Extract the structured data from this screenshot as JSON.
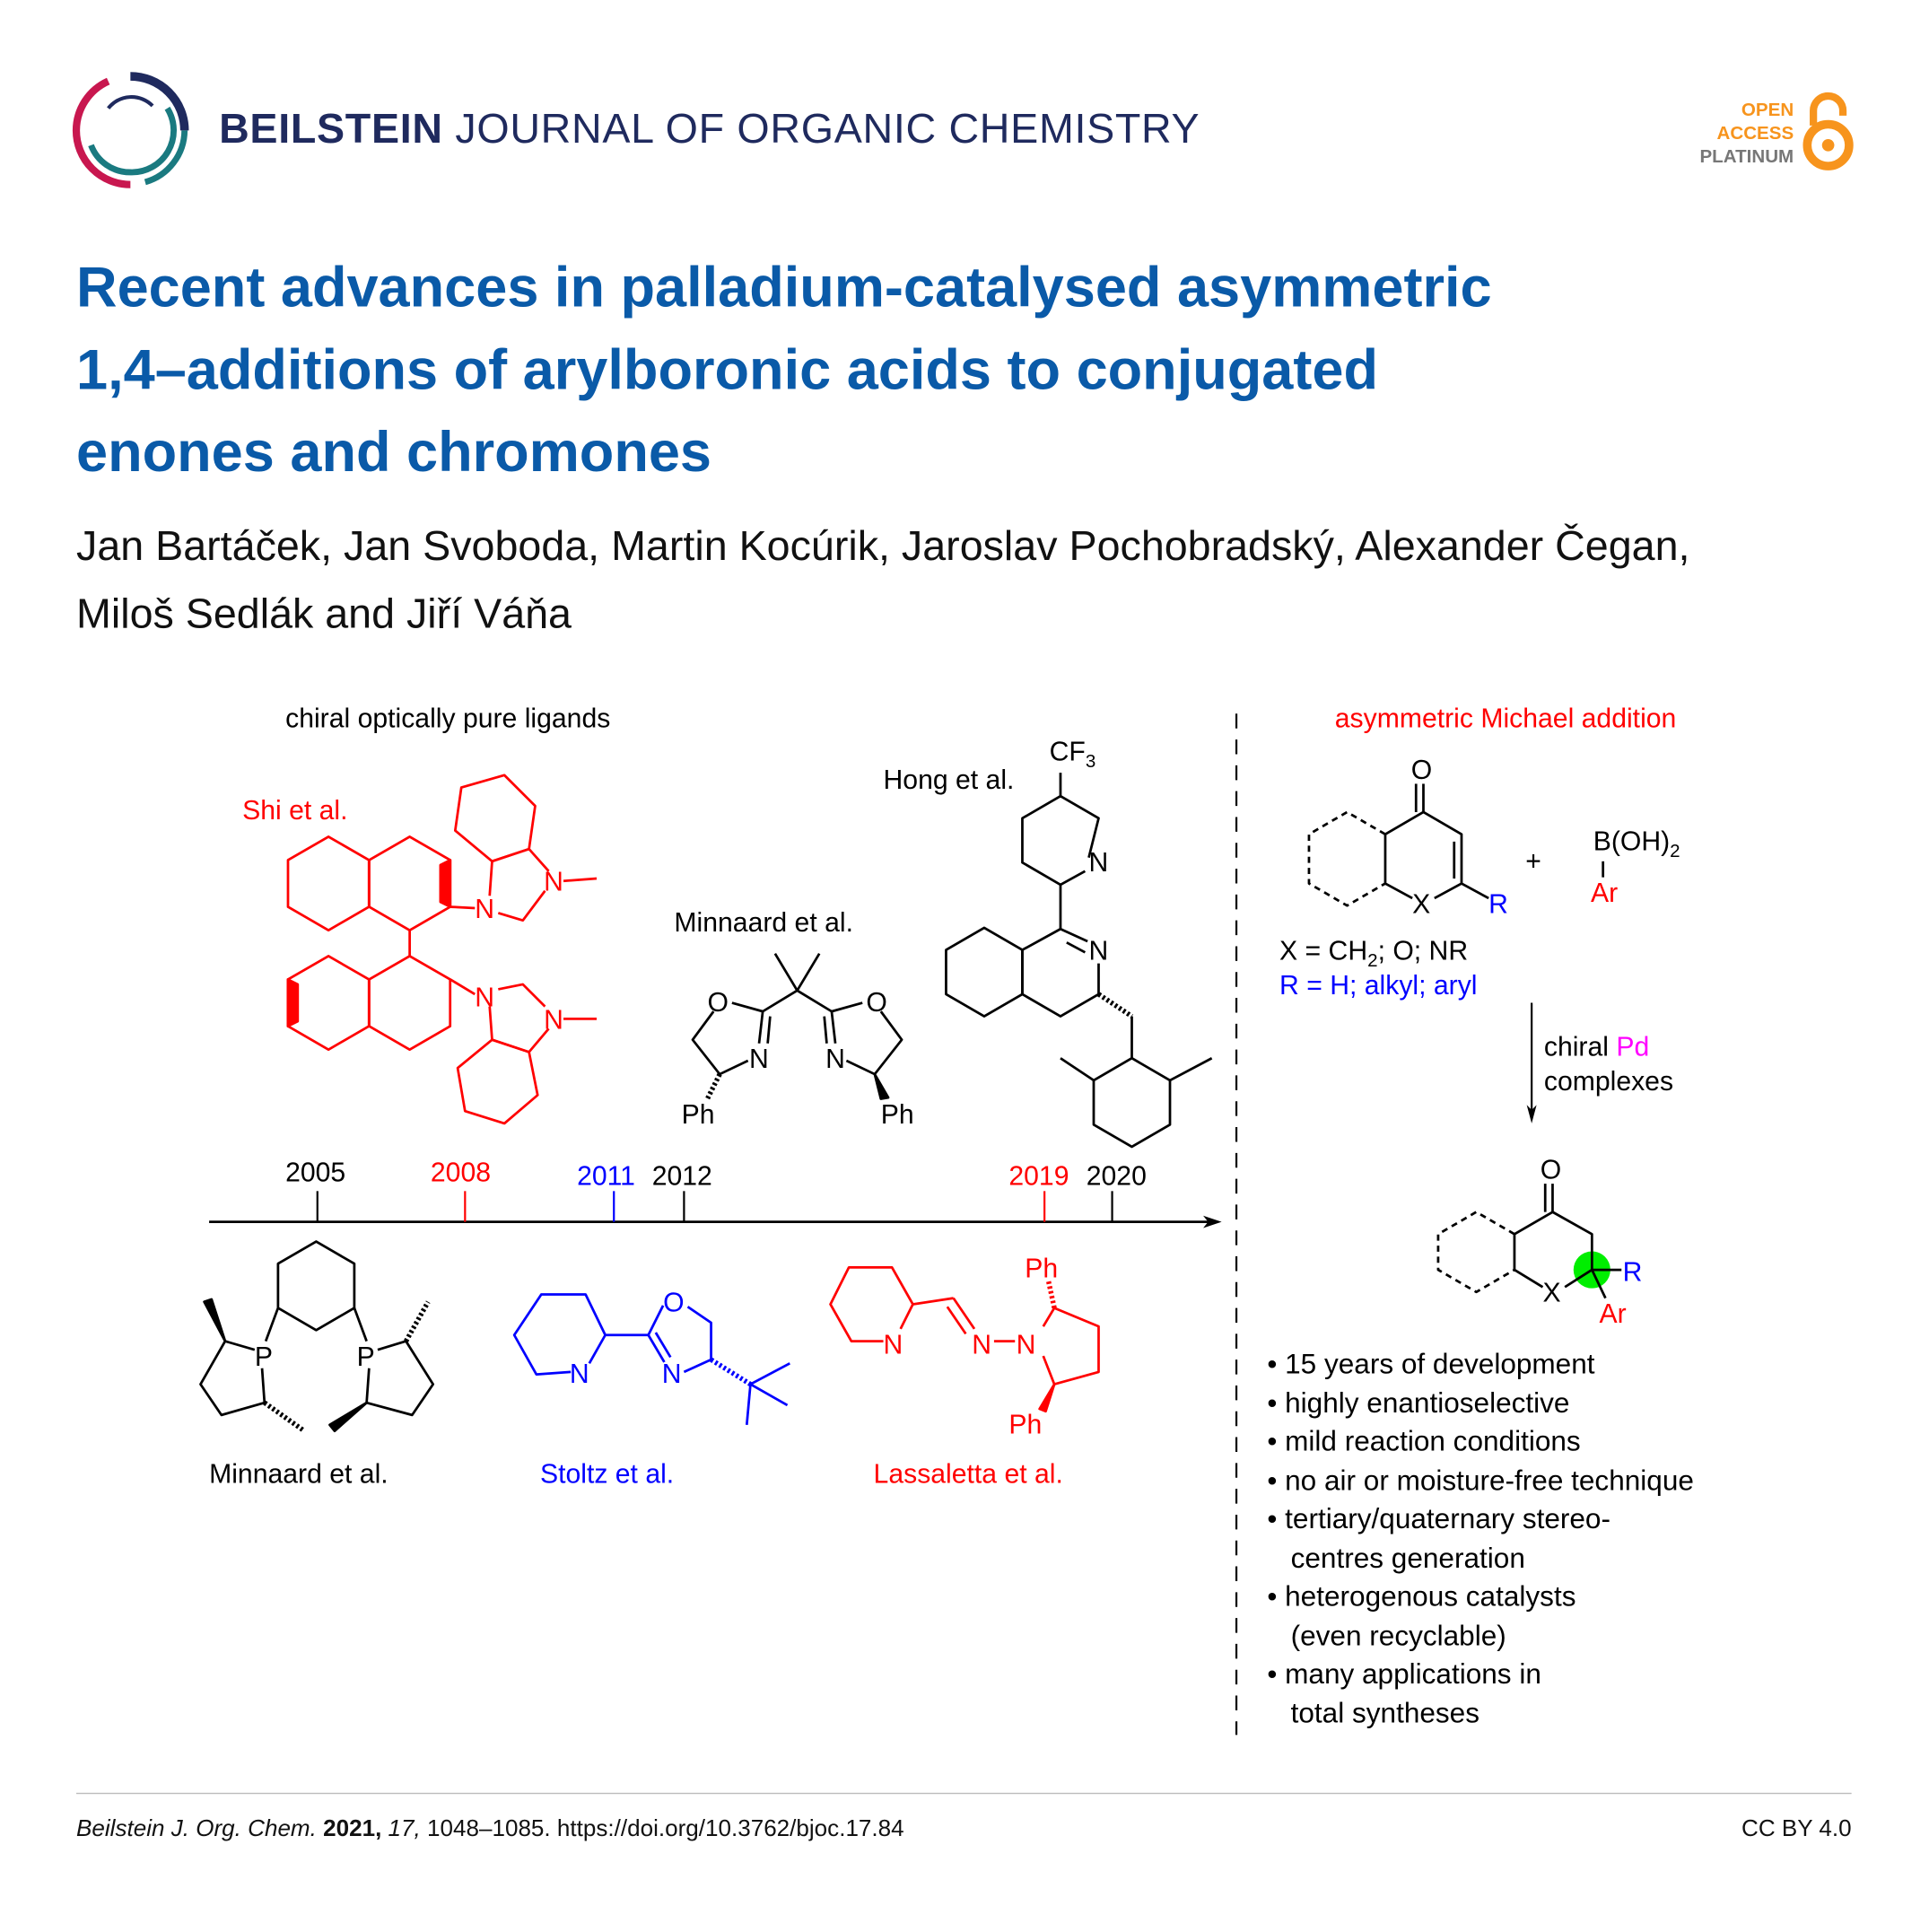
{
  "header": {
    "journal_bold": "BEILSTEIN",
    "journal_rest": " JOURNAL OF ORGANIC CHEMISTRY",
    "badge": {
      "line1": "OPEN",
      "line2": "ACCESS",
      "line3": "PLATINUM"
    }
  },
  "article": {
    "title_lines": [
      "Recent advances in palladium-catalysed asymmetric",
      "1,4–additions of arylboronic acids to conjugated",
      "enones and chromones"
    ],
    "author_lines": [
      "Jan Bartáček, Jan Svoboda, Martin Kocúrik, Jaroslav Pochobradský, Alexander Čegan,",
      "Miloš Sedlák and Jiří Váňa"
    ]
  },
  "graphic": {
    "left_heading": "chiral optically pure ligands",
    "ligands": {
      "shi": {
        "label": "Shi et al.",
        "atoms": [
          "N",
          "N",
          "N",
          "N"
        ]
      },
      "minnaard_box": {
        "label": "Minnaard et al.",
        "atoms": [
          "O",
          "N",
          "Ph",
          "O",
          "N",
          "Ph"
        ]
      },
      "hong": {
        "label": "Hong et al.",
        "cf3": "CF",
        "cf3_sub": "3",
        "atoms": [
          "N",
          "N"
        ]
      },
      "minnaard_phos": {
        "label": "Minnaard et al.",
        "atoms": [
          "P",
          "P"
        ]
      },
      "stoltz": {
        "label": "Stoltz et al.",
        "atoms": [
          "N",
          "O",
          "N"
        ]
      },
      "lassaletta": {
        "label": "Lassaletta et al.",
        "atoms": [
          "N",
          "N",
          "N",
          "Ph",
          "Ph"
        ]
      }
    },
    "timeline": {
      "years": [
        {
          "year": "2005",
          "color": "#000000"
        },
        {
          "year": "2008",
          "color": "#ff0000"
        },
        {
          "year": "2011",
          "color": "#0000ff"
        },
        {
          "year": "2012",
          "color": "#000000"
        },
        {
          "year": "2019",
          "color": "#ff0000"
        },
        {
          "year": "2020",
          "color": "#000000"
        }
      ]
    },
    "right_heading": "asymmetric Michael addition",
    "reaction": {
      "o": "O",
      "x": "X",
      "r": "R",
      "plus": "+",
      "boronic": "B(OH)",
      "boronic_sub": "2",
      "ar": "Ar",
      "x_def_a": "X = CH",
      "x_def_sub": "2",
      "x_def_b": "; O; NR",
      "r_def": "R = H; alkyl; aryl",
      "cond_a": "chiral ",
      "cond_pd": "Pd",
      "cond_b": "complexes",
      "p_o": "O",
      "p_x": "X",
      "p_r": "R",
      "p_ar": "Ar"
    },
    "bullets": [
      "• 15 years of development",
      "• highly enantioselective",
      "• mild reaction conditions",
      "• no air or moisture-free technique",
      "• tertiary/quaternary stereo-",
      "   centres generation",
      "• heterogenous catalysts",
      "   (even recyclable)",
      "• many applications in",
      "   total syntheses"
    ],
    "colors": {
      "red": "#ff0000",
      "blue": "#0000ff",
      "magenta": "#ff00ff",
      "green": "#00ee00"
    }
  },
  "footer": {
    "journal": "Beilstein J. Org. Chem.",
    "year": "2021,",
    "volume": "17,",
    "pages_doi": "1048–1085. https://doi.org/10.3762/bjoc.17.84",
    "license": "CC BY 4.0"
  }
}
